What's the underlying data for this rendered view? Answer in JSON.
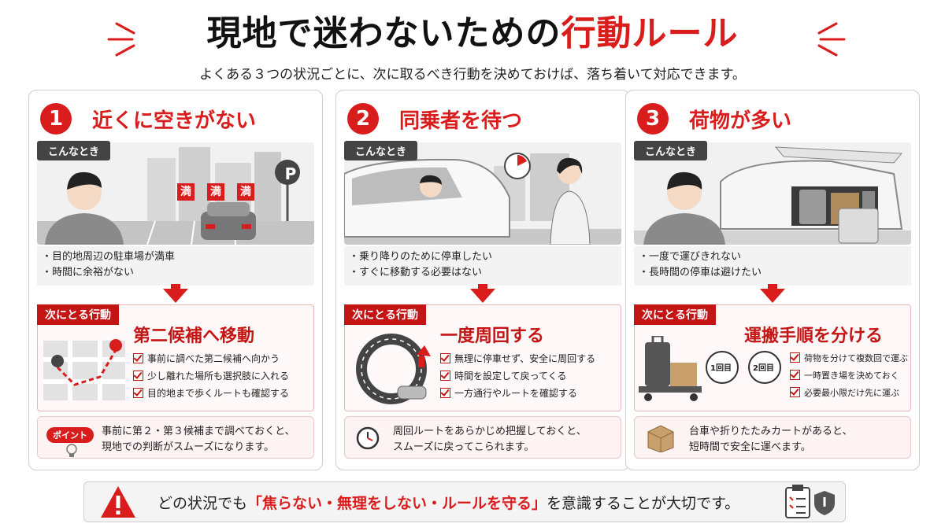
{
  "header": {
    "title_main": "現地で迷わないための",
    "title_accent": "行動ルール",
    "subtitle": "よくある３つの状況ごとに、次に取るべき行動を決めておけば、落ち着いて対応できます。"
  },
  "colors": {
    "accent": "#d91c1c",
    "dark": "#444444"
  },
  "labels": {
    "when": "こんなとき",
    "action": "次にとる行動",
    "point": "ポイント"
  },
  "cards": [
    {
      "number": "1",
      "title": "近くに空きがない",
      "scene_signs": [
        "満",
        "満",
        "満"
      ],
      "scene_sign_p": "P",
      "bullets": [
        "・目的地周辺の駐車場が満車",
        "・時間に余裕がない"
      ],
      "action_title": "第二候補へ移動",
      "checks": [
        "事前に調べた第二候補へ向かう",
        "少し離れた場所も選択肢に入れる",
        "目的地まで歩くルートも確認する"
      ],
      "note": [
        "事前に第２・第３候補まで調べておくと、",
        "現地での判断がスムーズになります。"
      ],
      "icons": {
        "scene": "full-parking-lot-illustration",
        "action": "map-route-icon",
        "note": "lightbulb-icon"
      }
    },
    {
      "number": "2",
      "title": "同乗者を待つ",
      "bullets": [
        "・乗り降りのために停車したい",
        "・すぐに移動する必要はない"
      ],
      "action_title": "一度周回する",
      "checks": [
        "無理に停車せず、安全に周回する",
        "時間を設定して戻ってくる",
        "一方通行やルートを確認する"
      ],
      "note": [
        "周回ルートをあらかじめ把握しておくと、",
        "スムーズに戻ってこられます。"
      ],
      "icons": {
        "scene": "waiting-passenger-illustration",
        "action": "loop-road-icon",
        "note": "clock-icon"
      }
    },
    {
      "number": "3",
      "title": "荷物が多い",
      "bullets": [
        "・一度で運びきれない",
        "・長時間の停車は避けたい"
      ],
      "action_title": "運搬手順を分ける",
      "step_labels": [
        "1回目",
        "2回目"
      ],
      "checks": [
        "荷物を分けて複数回で運ぶ",
        "一時置き場を決めておく",
        "必要最小限だけ先に運ぶ"
      ],
      "note": [
        "台車や折りたたみカートがあると、",
        "短時間で安全に運べます。"
      ],
      "icons": {
        "scene": "car-trunk-luggage-illustration",
        "action": "cart-luggage-icon",
        "note": "box-icon"
      }
    }
  ],
  "footer": {
    "text_before": "どの状況でも",
    "text_accent": "「焦らない・無理をしない・ルールを守る」",
    "text_after": "を意識することが大切です。"
  }
}
